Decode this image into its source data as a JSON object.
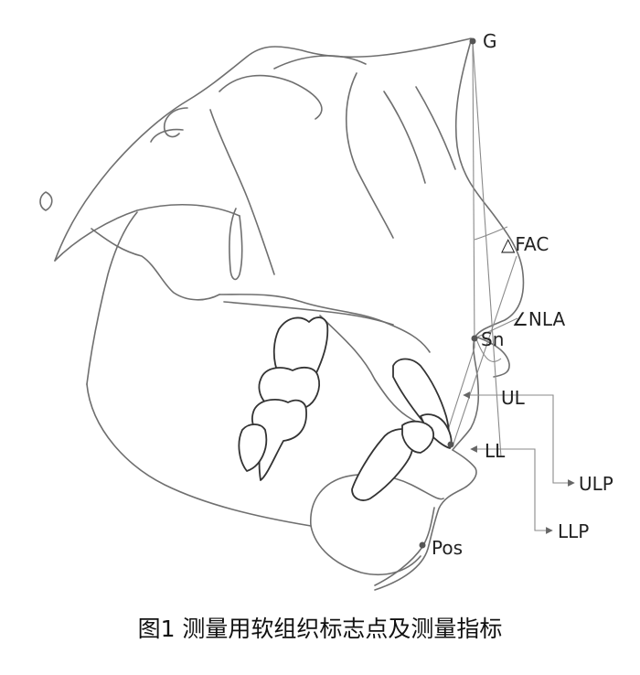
{
  "labels": {
    "G": "G",
    "FAC": "△FAC",
    "NLA": "∠NLA",
    "Sn": "Sn",
    "UL": "UL",
    "LL": "LL",
    "ULP": "ULP",
    "LLP": "LLP",
    "Pos": "Pos"
  },
  "caption": "图1   测量用软组织标志点及测量指标"
}
